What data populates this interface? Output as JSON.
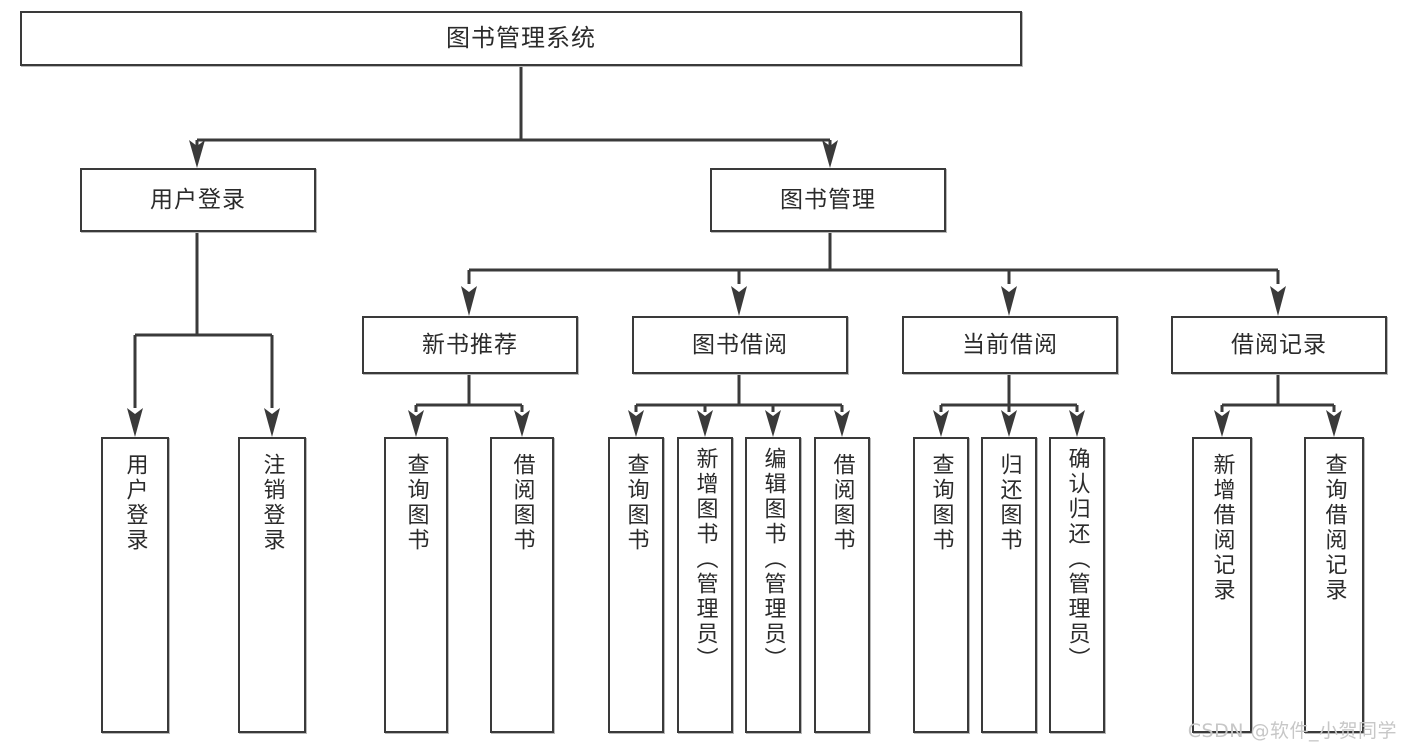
{
  "diagram": {
    "title": "图书管理系统",
    "watermark": "CSDN @软件_小贺同学",
    "colors": {
      "box_border": "#3a3a3a",
      "box_fill": "#ffffff",
      "connector": "#3a3a3a",
      "watermark": "#c7c7c7",
      "background": "#ffffff"
    },
    "levels": {
      "root": [
        "图书管理系统"
      ],
      "level1": [
        "用户登录",
        "图书管理"
      ],
      "level2": [
        "新书推荐",
        "图书借阅",
        "当前借阅",
        "借阅记录"
      ],
      "leaves": [
        "用户登录",
        "注销登录",
        "查询图书",
        "借阅图书",
        "查询图书",
        "新增图书（管理员）",
        "编辑图书（管理员）",
        "借阅图书",
        "查询图书",
        "归还图书",
        "确认归还（管理员）",
        "新增借阅记录",
        "查询借阅记录"
      ]
    },
    "nodes": {
      "root": {
        "label": "图书管理系统"
      },
      "user_login": {
        "label": "用户登录"
      },
      "book_manage": {
        "label": "图书管理"
      },
      "new_book_rec": {
        "label": "新书推荐"
      },
      "book_borrow": {
        "label": "图书借阅"
      },
      "current_borrow": {
        "label": "当前借阅"
      },
      "borrow_record": {
        "label": "借阅记录"
      },
      "leaf_user_login": {
        "label": "用户登录"
      },
      "leaf_logout": {
        "label": "注销登录"
      },
      "leaf_query_book_1": {
        "label": "查询图书"
      },
      "leaf_borrow_book_1": {
        "label": "借阅图书"
      },
      "leaf_query_book_2": {
        "label": "查询图书"
      },
      "leaf_add_book_admin": {
        "label": "新增图书（管理员）"
      },
      "leaf_edit_book_admin": {
        "label": "编辑图书（管理员）"
      },
      "leaf_borrow_book_2": {
        "label": "借阅图书"
      },
      "leaf_query_book_3": {
        "label": "查询图书"
      },
      "leaf_return_book": {
        "label": "归还图书"
      },
      "leaf_confirm_return_admin": {
        "label": "确认归还（管理员）"
      },
      "leaf_add_record": {
        "label": "新增借阅记录"
      },
      "leaf_query_record": {
        "label": "查询借阅记录"
      }
    }
  }
}
